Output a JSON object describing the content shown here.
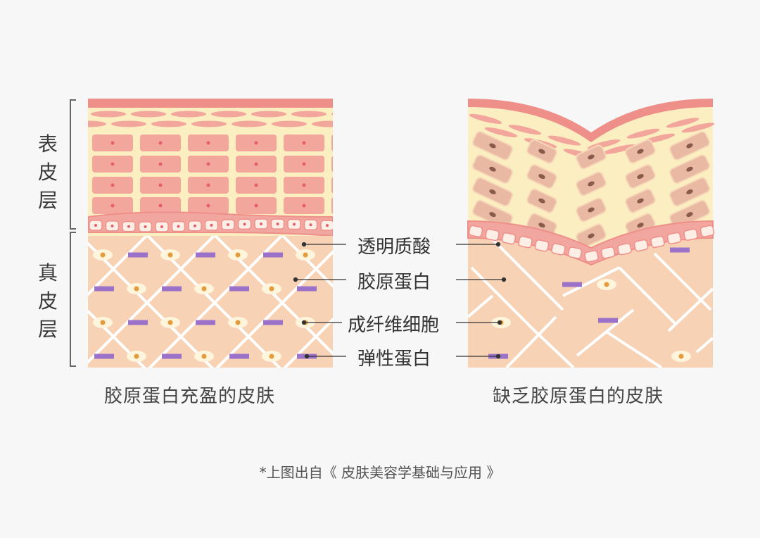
{
  "layers": {
    "epidermis": "表皮层",
    "dermis": "真皮层"
  },
  "components": {
    "hyaluronic_acid": "透明质酸",
    "collagen": "胶原蛋白",
    "fibroblast": "成纤维细胞",
    "elastin": "弹性蛋白"
  },
  "captions": {
    "left": "胶原蛋白充盈的皮肤",
    "right": "缺乏胶原蛋白的皮肤"
  },
  "footnote": "*上图出自《 皮肤美容学基础与应用 》",
  "colors": {
    "top_layer": "#ef8f8a",
    "cell_fill": "#f3a79c",
    "cell_fill_dry": "#e9b9a4",
    "epidermis_bg": "#fbefc2",
    "dermis_bg": "#f7d2b4",
    "collagen_fiber": "#ffffff",
    "elastin": "#9b71c9",
    "fibroblast_nucleus": "#e79a3a",
    "fibroblast_cell": "#fff5dc"
  }
}
